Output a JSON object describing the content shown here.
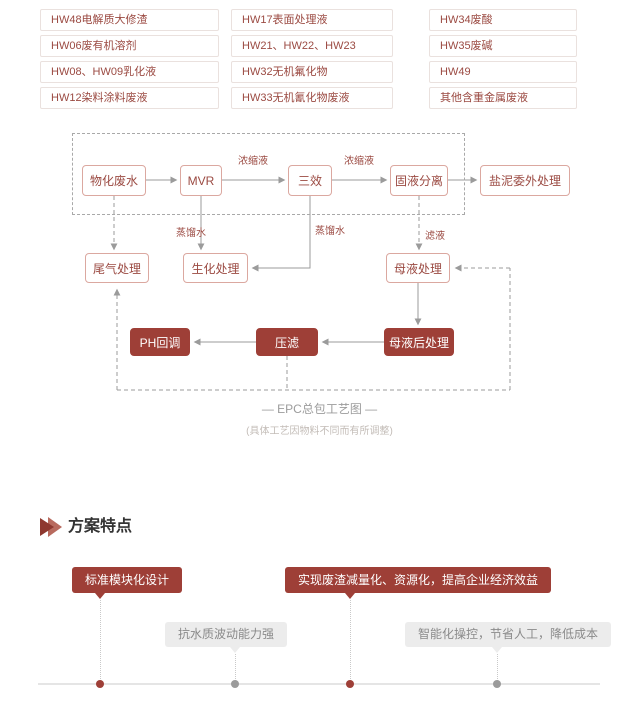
{
  "colors": {
    "accent": "#9e3f37",
    "text_red": "#9b4a42",
    "box_border": "#dba8a0",
    "line_gray": "#9b9b9b",
    "badge_gray_bg": "#ececec",
    "badge_gray_text": "#8a8a8a"
  },
  "waste_grid": {
    "rows": [
      [
        "HW48电解质大修渣",
        "HW17表面处理液",
        "HW34废酸"
      ],
      [
        "HW06废有机溶剂",
        "HW21、HW22、HW23",
        "HW35废碱"
      ],
      [
        "HW08、HW09乳化液",
        "HW32无机氟化物",
        "HW49"
      ],
      [
        "HW12染料涂料废液",
        "HW33无机氰化物废液",
        "其他含重金属废液"
      ]
    ]
  },
  "flowchart": {
    "nodes": {
      "physchem_wastewater": "物化废水",
      "mvr": "MVR",
      "triple_effect": "三效",
      "solid_liquid_separation": "固液分离",
      "salt_sludge_outsourced": "盐泥委外处理",
      "tail_gas_treatment": "尾气处理",
      "biochemical_treatment": "生化处理",
      "mother_liquor_treatment": "母液处理",
      "ph_adjustment": "PH回调",
      "press_filtration": "压滤",
      "mother_liquor_post_treatment": "母液后处理"
    },
    "edge_labels": {
      "concentrate_1": "浓缩液",
      "concentrate_2": "浓缩液",
      "distilled_water_1": "蒸馏水",
      "distilled_water_2": "蒸馏水",
      "filtrate": "滤液"
    },
    "caption": "— EPC总包工艺图 —",
    "subcaption": "(具体工艺因物料不同而有所调整)"
  },
  "features": {
    "title": "方案特点",
    "badges": [
      {
        "label": "标准模块化设计",
        "style": "red"
      },
      {
        "label": "实现废渣减量化、资源化，提高企业经济效益",
        "style": "red"
      },
      {
        "label": "抗水质波动能力强",
        "style": "gray"
      },
      {
        "label": "智能化操控，节省人工，降低成本",
        "style": "gray"
      }
    ]
  }
}
